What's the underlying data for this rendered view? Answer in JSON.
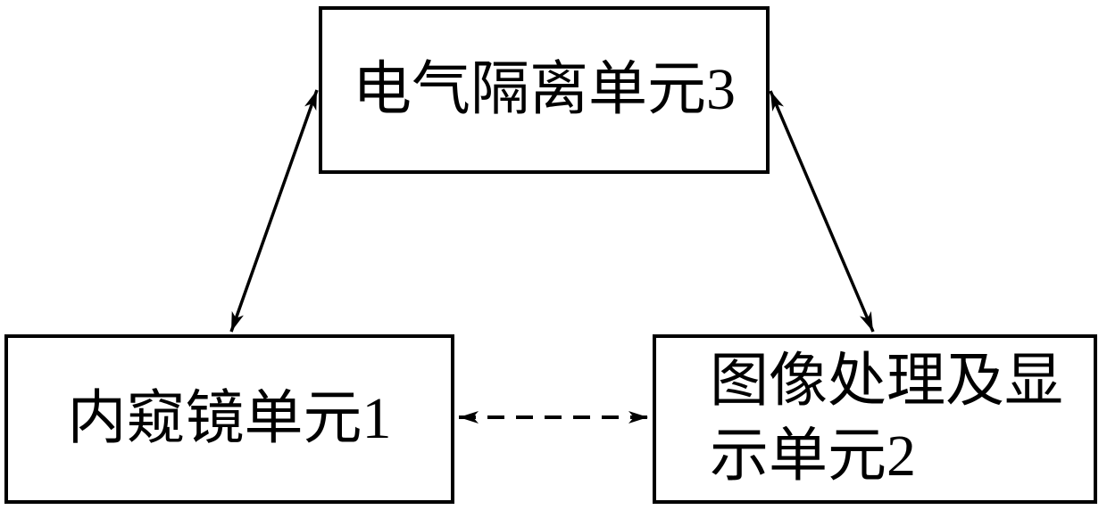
{
  "diagram": {
    "kind": "block-diagram",
    "background_color": "#ffffff",
    "line_color": "#000000",
    "blocks": [
      {
        "id": "electrical-isolation-unit",
        "label": "电气隔离单元3",
        "ref_number": "3"
      },
      {
        "id": "endoscope-unit",
        "label": "内窥镜单元1",
        "ref_number": "1"
      },
      {
        "id": "image-processing-display-unit",
        "label": "图像处理及显示单元2",
        "label_lines": [
          "图像处理及显",
          "示单元2"
        ],
        "ref_number": "2"
      }
    ],
    "connections": [
      {
        "from": "内窥镜单元1",
        "to": "电气隔离单元3",
        "line_style": "solid",
        "direction": "bidirectional"
      },
      {
        "from": "电气隔离单元3",
        "to": "图像处理及显示单元2",
        "line_style": "solid",
        "direction": "bidirectional"
      },
      {
        "from": "内窥镜单元1",
        "to": "图像处理及显示单元2",
        "line_style": "dashed",
        "direction": "bidirectional"
      }
    ]
  }
}
